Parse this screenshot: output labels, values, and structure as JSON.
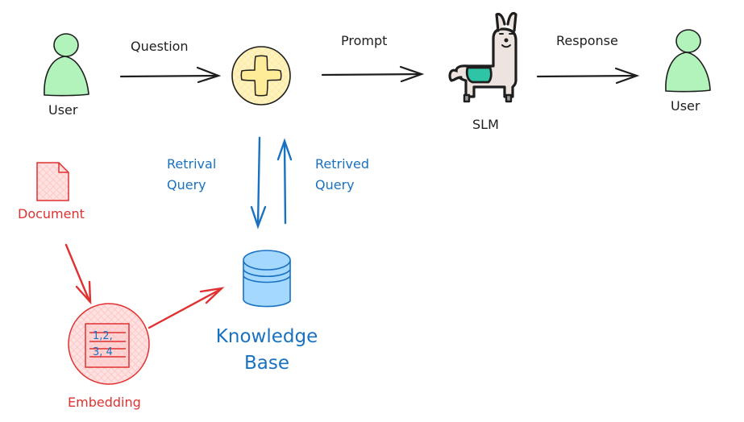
{
  "title": "RAG pipeline with SLM",
  "colors": {
    "ink": "#1e1e1e",
    "user_fill": "#b2f2bb",
    "combiner_fill": "#fff3bf",
    "retrieval_blue": "#1971c2",
    "kb_fill": "#a5d8ff",
    "embedding_red": "#e03131",
    "embedding_fill": "#ffc9c9",
    "llama_saddle": "#2ec4a6",
    "llama_body": "#ede4df"
  },
  "nodes": {
    "user_left": {
      "label": "User",
      "icon": "user-icon"
    },
    "combiner": {
      "icon": "plus-icon"
    },
    "slm": {
      "label": "SLM",
      "icon": "llama-icon"
    },
    "user_right": {
      "label": "User",
      "icon": "user-icon"
    },
    "document": {
      "label": "Document",
      "icon": "document-icon"
    },
    "embedding": {
      "label": "Embedding",
      "icon": "embedding-icon",
      "vector_lines": [
        "1,2,",
        "3, 4"
      ]
    },
    "knowledge_base": {
      "label_line1": "Knowledge",
      "label_line2": "Base",
      "icon": "database-icon"
    }
  },
  "edges": {
    "question": {
      "label": "Question",
      "from": "user_left",
      "to": "combiner"
    },
    "prompt": {
      "label": "Prompt",
      "from": "combiner",
      "to": "slm"
    },
    "response": {
      "label": "Response",
      "from": "slm",
      "to": "user_right"
    },
    "retrieval_query": {
      "label_line1": "Retrival",
      "label_line2": "Query",
      "from": "combiner",
      "to": "knowledge_base"
    },
    "retrieved_query": {
      "label_line1": "Retrived",
      "label_line2": "Query",
      "from": "knowledge_base",
      "to": "combiner"
    },
    "doc_to_embedding": {
      "from": "document",
      "to": "embedding"
    },
    "embedding_to_kb": {
      "from": "embedding",
      "to": "knowledge_base"
    }
  }
}
